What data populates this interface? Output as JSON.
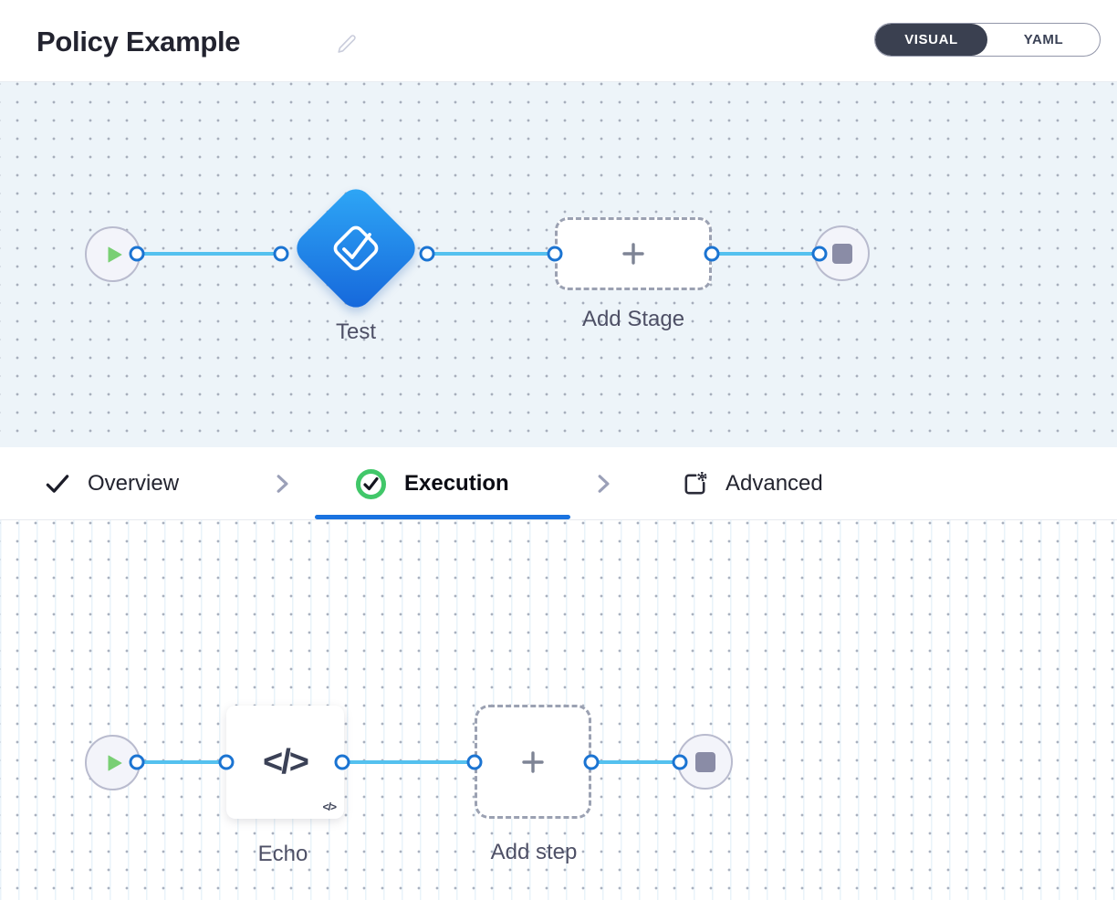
{
  "header": {
    "title": "Policy Example",
    "view_toggle": {
      "visual_label": "VISUAL",
      "yaml_label": "YAML",
      "selected": "VISUAL"
    }
  },
  "stage_pipeline": {
    "stage_label": "Test",
    "add_stage_label": "Add Stage"
  },
  "tabs": [
    {
      "label": "Overview",
      "state": "completed"
    },
    {
      "label": "Execution",
      "state": "active"
    },
    {
      "label": "Advanced",
      "state": "default"
    }
  ],
  "step_pipeline": {
    "step_label": "Echo",
    "add_step_label": "Add step",
    "step_icon_text": "</>",
    "step_badge_text": "</>"
  },
  "icons": {
    "edit": "pencil-icon",
    "start": "play-icon",
    "end": "stop-icon",
    "add": "plus-icon",
    "stage_type": "approval-check-icon",
    "step_type": "code-icon",
    "overview": "check-icon",
    "execution": "check-circle-icon",
    "advanced": "square-gear-icon",
    "separator": "chevron-right-icon"
  },
  "colors": {
    "accent_blue": "#1A73E0",
    "wire_blue": "#54C1EF",
    "port_border": "#1B74D2",
    "diamond_gradient_start": "#2FA9F7",
    "diamond_gradient_end": "#1565DA",
    "success_green": "#41C769",
    "play_green": "#79CF74",
    "toggle_dark": "#3A4050",
    "canvas_top_bg": "#EDF4F9",
    "canvas_bottom_bg": "#FFFFFF"
  }
}
